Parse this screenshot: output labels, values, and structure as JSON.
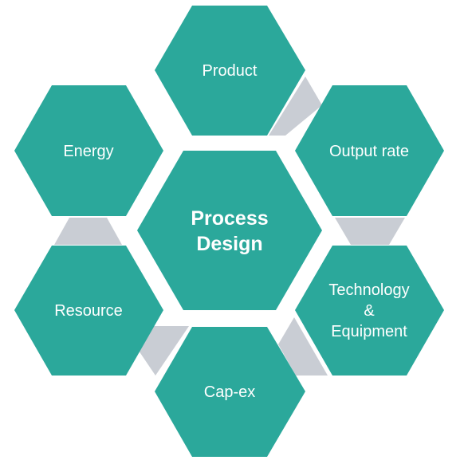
{
  "center": {
    "lines": [
      "Process",
      "Design"
    ]
  },
  "nodes": [
    {
      "id": "product",
      "lines": [
        "Product"
      ]
    },
    {
      "id": "output-rate",
      "lines": [
        "Output rate"
      ]
    },
    {
      "id": "technology-equipment",
      "lines": [
        "Technology",
        "&",
        "Equipment"
      ]
    },
    {
      "id": "cap-ex",
      "lines": [
        "Cap-ex"
      ]
    },
    {
      "id": "resource",
      "lines": [
        "Resource"
      ]
    },
    {
      "id": "energy",
      "lines": [
        "Energy"
      ]
    }
  ],
  "colors": {
    "hex_fill": "#2ba89b",
    "connector_fill": "#c9cdd4",
    "text": "#ffffff"
  }
}
